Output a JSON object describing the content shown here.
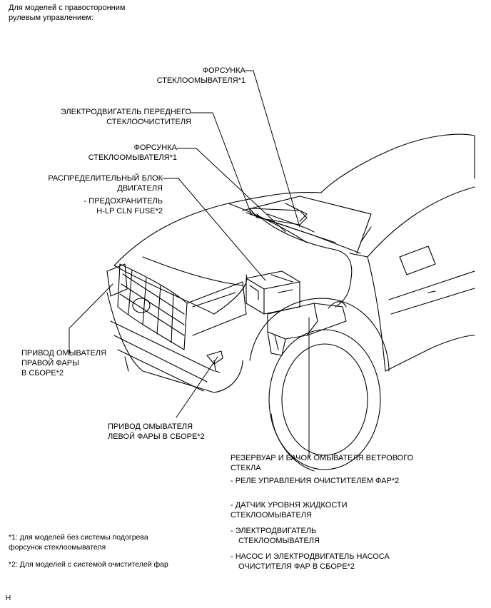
{
  "header": {
    "line1": "Для моделей с правосторонним",
    "line2": "рулевым управлением:"
  },
  "callouts": {
    "washer_nozzle_top": {
      "line1": "ФОРСУНКА",
      "line2": "СТЕКЛООМЫВАТЕЛЯ*1"
    },
    "wiper_motor": {
      "line1": "ЭЛЕКТРОДВИГАТЕЛЬ ПЕРЕДНЕГО",
      "line2": "СТЕКЛООЧИСТИТЕЛЯ"
    },
    "washer_nozzle_second": {
      "line1": "ФОРСУНКА",
      "line2": "СТЕКЛООМЫВАТЕЛЯ*1"
    },
    "relay_block": {
      "line1": "РАСПРЕДЕЛИТЕЛЬНЫЙ БЛОК",
      "line2": "ДВИГАТЕЛЯ",
      "sub1": "- ПРЕДОХРАНИТЕЛЬ",
      "sub2": "H-LP CLN FUSE*2"
    },
    "right_headlamp_actuator": {
      "line1": "ПРИВОД ОМЫВАТЕЛЯ",
      "line2": "ПРАВОЙ ФАРЫ",
      "line3": "В СБОРЕ*2"
    },
    "left_headlamp_actuator": {
      "line1": "ПРИВОД ОМЫВАТЕЛЯ",
      "line2": "ЛЕВОЙ ФАРЫ В СБОРЕ*2"
    },
    "reservoir": {
      "line1": "РЕЗЕРВУАР И БАЧОК ОМЫВАТЕЛЯ ВЕТРОВОГО",
      "line2": "СТЕКЛА",
      "item1": "- РЕЛЕ УПРАВЛЕНИЯ ОЧИСТИТЕЛЕМ ФАР*2",
      "item2a": "- ДАТЧИК УРОВНЯ ЖИДКОСТИ",
      "item2b": "СТЕКЛООМЫВАТЕЛЯ",
      "item3a": "-  ЭЛЕКТРОДВИГАТЕЛЬ",
      "item3b": "СТЕКЛООМЫВАТЕЛЯ",
      "item4a": "- НАСОС И ЭЛЕКТРОДВИГАТЕЛЬ НАСОСА",
      "item4b": "ОЧИСТИТЕЛЯ ФАР В СБОРЕ*2"
    }
  },
  "footnotes": {
    "note1a": "*1: для моделей без системы подогрева",
    "note1b": "форсунок стеклоомывателя",
    "note2": "*2: Для моделей с системой очистителей фар"
  },
  "page_code": "H"
}
